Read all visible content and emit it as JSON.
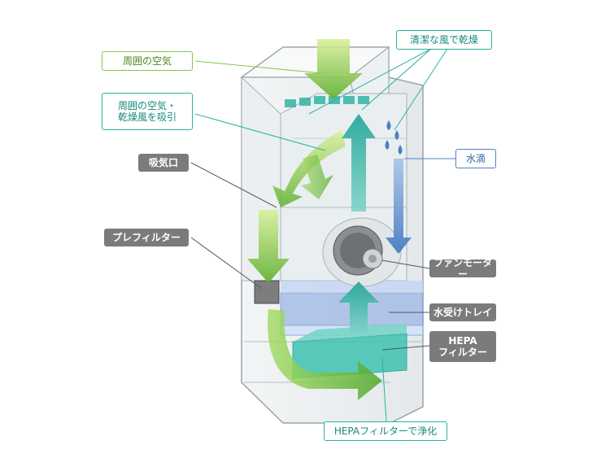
{
  "labels": {
    "ambient_air": "周囲の空気",
    "intake_line1": "周囲の空気・",
    "intake_line2": "乾燥風を吸引",
    "air_inlet": "吸気口",
    "pre_filter": "プレフィルター",
    "clean_dry_air": "清潔な風で乾燥",
    "water_drops": "水滴",
    "fan_motor": "ファンモーター",
    "water_tray": "水受けトレイ",
    "hepa_line1": "HEPA",
    "hepa_line2": "フィルター",
    "hepa_purify": "HEPAフィルターで浄化"
  },
  "colors": {
    "green_label": "#86c545",
    "teal_label": "#25b3a2",
    "blue_label": "#4f82c6",
    "gray_label": "#7b7b7b",
    "green_arrow": "#7cc33f",
    "teal_arrow": "#2ab3a3",
    "blue_arrow": "#4a7fc4",
    "housing_line": "#9aa3a8"
  }
}
